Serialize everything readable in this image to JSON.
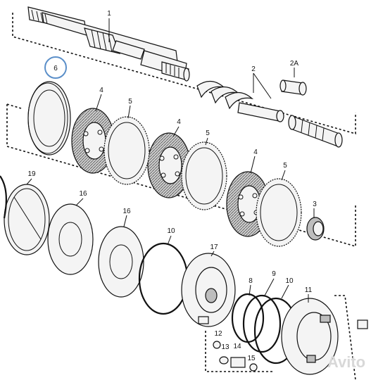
{
  "callouts": {
    "c1": "1",
    "c2": "2",
    "c2a": "2A",
    "c3": "3",
    "c4a": "4",
    "c4b": "4",
    "c4c": "4",
    "c5a": "5",
    "c5b": "5",
    "c5c": "5",
    "c6": "6",
    "c8": "8",
    "c9": "9",
    "c10a": "10",
    "c10b": "10",
    "c11": "11",
    "c12": "12",
    "c13": "13",
    "c14": "14",
    "c15": "15",
    "c16a": "16",
    "c16b": "16",
    "c17": "17",
    "c19": "19"
  },
  "colors": {
    "line": "#111111",
    "highlight_circle": "#5b8fc9",
    "friction_disc": "#bdbdbd",
    "part_fill": "#f4f4f4"
  },
  "watermark": "Avito"
}
